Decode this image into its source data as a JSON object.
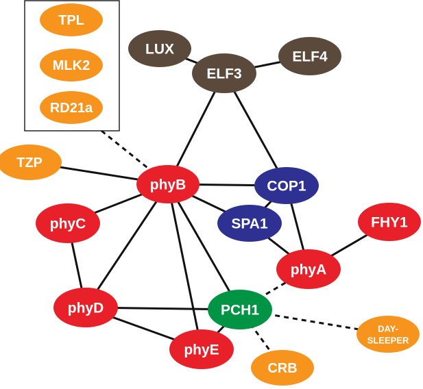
{
  "colors": {
    "red": "#e8202a",
    "orange": "#f7941d",
    "brown": "#5b4a3c",
    "blue": "#2e3192",
    "green": "#009444",
    "edge": "#111111",
    "background": "#ffffff"
  },
  "nodes": [
    {
      "id": "TPL",
      "label": "TPL",
      "color": "orange"
    },
    {
      "id": "MLK2",
      "label": "MLK2",
      "color": "orange"
    },
    {
      "id": "RD21a",
      "label": "RD21a",
      "color": "orange"
    },
    {
      "id": "LUX",
      "label": "LUX",
      "color": "brown"
    },
    {
      "id": "ELF3",
      "label": "ELF3",
      "color": "brown"
    },
    {
      "id": "ELF4",
      "label": "ELF4",
      "color": "brown"
    },
    {
      "id": "TZP",
      "label": "TZP",
      "color": "orange"
    },
    {
      "id": "phyB",
      "label": "phyB",
      "color": "red"
    },
    {
      "id": "COP1",
      "label": "COP1",
      "color": "blue"
    },
    {
      "id": "SPA1",
      "label": "SPA1",
      "color": "blue"
    },
    {
      "id": "phyC",
      "label": "phyC",
      "color": "red"
    },
    {
      "id": "FHY1",
      "label": "FHY1",
      "color": "red"
    },
    {
      "id": "phyA",
      "label": "phyA",
      "color": "red"
    },
    {
      "id": "phyD",
      "label": "phyD",
      "color": "red"
    },
    {
      "id": "PCH1",
      "label": "PCH1",
      "color": "green"
    },
    {
      "id": "phyE",
      "label": "phyE",
      "color": "red"
    },
    {
      "id": "CRB",
      "label": "CRB",
      "color": "orange"
    },
    {
      "id": "DAYSLEEPER",
      "label_line1": "DAY-",
      "label_line2": "SLEEPER",
      "color": "orange"
    }
  ],
  "edges": [
    {
      "from": "LUX",
      "to": "ELF3",
      "style": "solid"
    },
    {
      "from": "ELF4",
      "to": "ELF3",
      "style": "solid"
    },
    {
      "from": "ELF3",
      "to": "phyB",
      "style": "solid"
    },
    {
      "from": "ELF3",
      "to": "COP1",
      "style": "solid"
    },
    {
      "from": "TZP",
      "to": "phyB",
      "style": "solid"
    },
    {
      "from": "GROUP",
      "to": "phyB",
      "style": "dashed"
    },
    {
      "from": "phyB",
      "to": "COP1",
      "style": "solid"
    },
    {
      "from": "phyB",
      "to": "SPA1",
      "style": "solid"
    },
    {
      "from": "phyB",
      "to": "phyC",
      "style": "solid"
    },
    {
      "from": "phyB",
      "to": "phyD",
      "style": "solid"
    },
    {
      "from": "phyB",
      "to": "phyE",
      "style": "solid"
    },
    {
      "from": "phyB",
      "to": "PCH1",
      "style": "solid"
    },
    {
      "from": "COP1",
      "to": "SPA1",
      "style": "solid"
    },
    {
      "from": "COP1",
      "to": "phyA",
      "style": "solid"
    },
    {
      "from": "SPA1",
      "to": "phyA",
      "style": "solid"
    },
    {
      "from": "FHY1",
      "to": "phyA",
      "style": "solid"
    },
    {
      "from": "phyA",
      "to": "PCH1",
      "style": "dashed"
    },
    {
      "from": "phyC",
      "to": "phyD",
      "style": "solid"
    },
    {
      "from": "phyD",
      "to": "PCH1",
      "style": "solid"
    },
    {
      "from": "phyD",
      "to": "phyE",
      "style": "solid"
    },
    {
      "from": "PCH1",
      "to": "phyE",
      "style": "solid"
    },
    {
      "from": "PCH1",
      "to": "CRB",
      "style": "dashed"
    },
    {
      "from": "PCH1",
      "to": "DAYSLEEPER",
      "style": "dashed"
    }
  ]
}
